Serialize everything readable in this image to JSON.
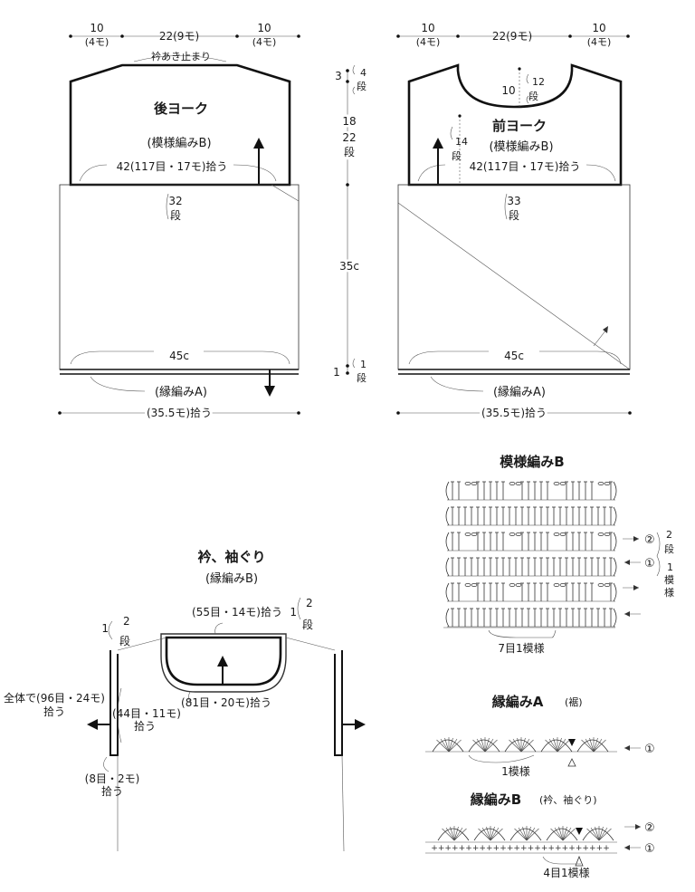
{
  "back": {
    "top_left": "10",
    "top_left_sub": "(4モ)",
    "top_mid": "22(9モ)",
    "top_right": "10",
    "top_right_sub": "(4モ)",
    "neck_stop": "衿あき止まり",
    "yoke_title": "後ヨーク",
    "pattern": "(模様編みB)",
    "pickup": "42(117目・17モ)拾う",
    "rows": "32",
    "rows_unit": "段",
    "width": "45c",
    "edge": "(縁編みA)",
    "bottom_pickup": "(35.5モ)拾う"
  },
  "front": {
    "top_left": "10",
    "top_left_sub": "(4モ)",
    "top_mid": "22(9モ)",
    "top_right": "10",
    "top_right_sub": "(4モ)",
    "neck_depth": "10",
    "neck_rows": "12",
    "neck_rows_unit": "段",
    "side_rows": "14",
    "side_rows_unit": "段",
    "yoke_title": "前ヨーク",
    "pattern": "(模様編みB)",
    "pickup": "42(117目・17モ)拾う",
    "rows": "33",
    "rows_unit": "段",
    "width": "45c",
    "edge": "(縁編みA)",
    "bottom_pickup": "(35.5モ)拾う"
  },
  "center_scale": {
    "top_num": "3",
    "top_rows": "4",
    "top_rows_unit": "段",
    "yoke_cm": "18",
    "yoke_rows": "22",
    "yoke_rows_unit": "段",
    "body_cm": "35c",
    "bottom_num": "1",
    "bottom_rows": "1",
    "bottom_rows_unit": "段"
  },
  "collar": {
    "title": "衿、袖ぐり",
    "subtitle": "(縁編みB)",
    "left_rows": "1",
    "left_rows_sub": "2",
    "left_rows_unit": "段",
    "right_rows": "1",
    "right_rows_sub": "2",
    "right_rows_unit": "段",
    "back_neck": "(55目・14モ)拾う",
    "front_neck": "(81目・20モ)拾う",
    "total": "全体で(96目・24モ)",
    "total_sub": "拾う",
    "armhole": "(44目・11モ)",
    "armhole_sub": "拾う",
    "underarm": "(8目・2モ)",
    "underarm_sub": "拾う"
  },
  "stitch_b": {
    "title": "模様編みB",
    "row2": "②",
    "row1": "①",
    "rows_label": "2",
    "rows_label_unit": "段",
    "one_pattern": "1",
    "one_pattern_unit": "模様",
    "repeat": "7目1模様"
  },
  "edge_a": {
    "title": "縁編みA",
    "note": "(裾)",
    "row1": "①",
    "repeat": "1模様"
  },
  "edge_b": {
    "title": "縁編みB",
    "note": "(衿、袖ぐり)",
    "row2": "②",
    "row1": "①",
    "repeat": "4目1模様"
  }
}
